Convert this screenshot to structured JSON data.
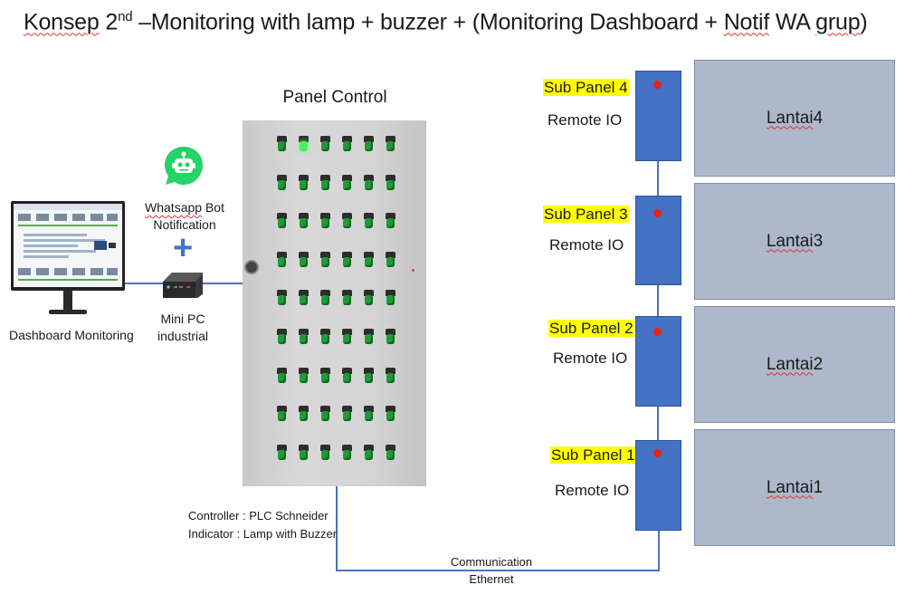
{
  "title": {
    "prefix": "Konsep",
    "number": "2",
    "sup": "nd",
    "rest": " –Monitoring with lamp + buzzer + (Monitoring Dashboard + ",
    "notif": "Notif",
    "wa": " WA ",
    "grup": "grup",
    "close": ")"
  },
  "dashboard": {
    "label": "Dashboard Monitoring"
  },
  "whatsapp": {
    "line1": "Whatsapp",
    "line1b": " Bot",
    "line2": "Notification",
    "plus": "+"
  },
  "minipc": {
    "line1": "Mini PC",
    "line2": "industrial"
  },
  "panel": {
    "title": "Panel Control",
    "controller": "Controller : PLC Schneider",
    "indicator": "Indicator : Lamp with Buzzer",
    "rows": 9,
    "cols": 6,
    "lit_button": {
      "row": 0,
      "col": 1
    }
  },
  "communication": {
    "line1": "Communication",
    "line2": "Ethernet"
  },
  "sub_panels": [
    {
      "label": "Sub Panel 4",
      "remote": "Remote IO",
      "floor": "Lantai",
      "floor_num": " 4"
    },
    {
      "label": "Sub Panel 3",
      "remote": "Remote IO",
      "floor": "Lantai",
      "floor_num": " 3"
    },
    {
      "label": "Sub Panel 2",
      "remote": "Remote IO",
      "floor": "Lantai",
      "floor_num": " 2"
    },
    {
      "label": "Sub Panel 1",
      "remote": "Remote IO",
      "floor": "Lantai",
      "floor_num": " 1"
    }
  ],
  "colors": {
    "link_line": "#4b74b9",
    "sub_panel": "#4472c4",
    "floor": "#adb9ca",
    "highlight": "#ffff00",
    "indicator_dot": "#ee2211",
    "button_green": "#1e9a36",
    "whatsapp_green": "#25d366"
  }
}
